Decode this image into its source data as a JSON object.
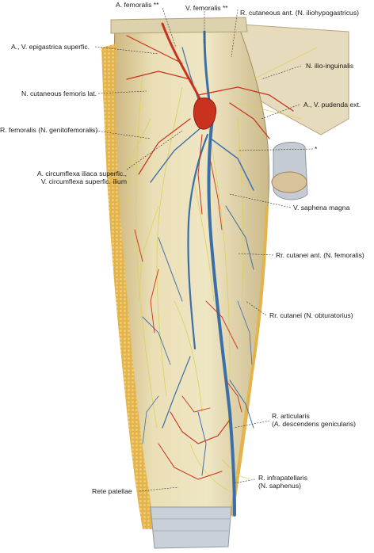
{
  "colors": {
    "skin": "#e8dcb0",
    "skin_shadow": "#c9b682",
    "fat_border": "#e0b24a",
    "artery": "#c8321e",
    "vein": "#3a6fa8",
    "nerve": "#e8e06a",
    "bandage": "#c8d0d8"
  },
  "labels": {
    "a_femoralis": "A. femoralis **",
    "v_femoralis": "V. femoralis **",
    "r_cutaneous_ant": "R. cutaneous ant. (N. iliohypogastricus)",
    "a_v_epigastrica": "A., V. epigastrica superfic.",
    "n_ilio_inguinalis": "N. ilio-inguinalis",
    "n_cutaneous_femoris": "N. cutaneous femoris lat.",
    "a_v_pudenda": "A., V. pudenda ext.",
    "r_femoralis": "R. femoralis (N. genitofemoralis)",
    "asterisk": "*",
    "a_circumflexa_line1": "A. circumflexa iliaca superfic.,",
    "a_circumflexa_line2": "V. circumflexa superfic. ilium",
    "v_saphena_magna": "V. saphena magna",
    "rr_cutanei_ant": "Rr. cutanei ant. (N. femoralis)",
    "rr_cutanei_obt": "Rr. cutanei (N. obturatorius)",
    "r_articularis_line1": "R. articularis",
    "r_articularis_line2": "(A. descendens genicularis)",
    "rete_patellae": "Rete patellae",
    "r_infrapatellaris_line1": "R. infrapatellaris",
    "r_infrapatellaris_line2": "(N. saphenus)"
  }
}
